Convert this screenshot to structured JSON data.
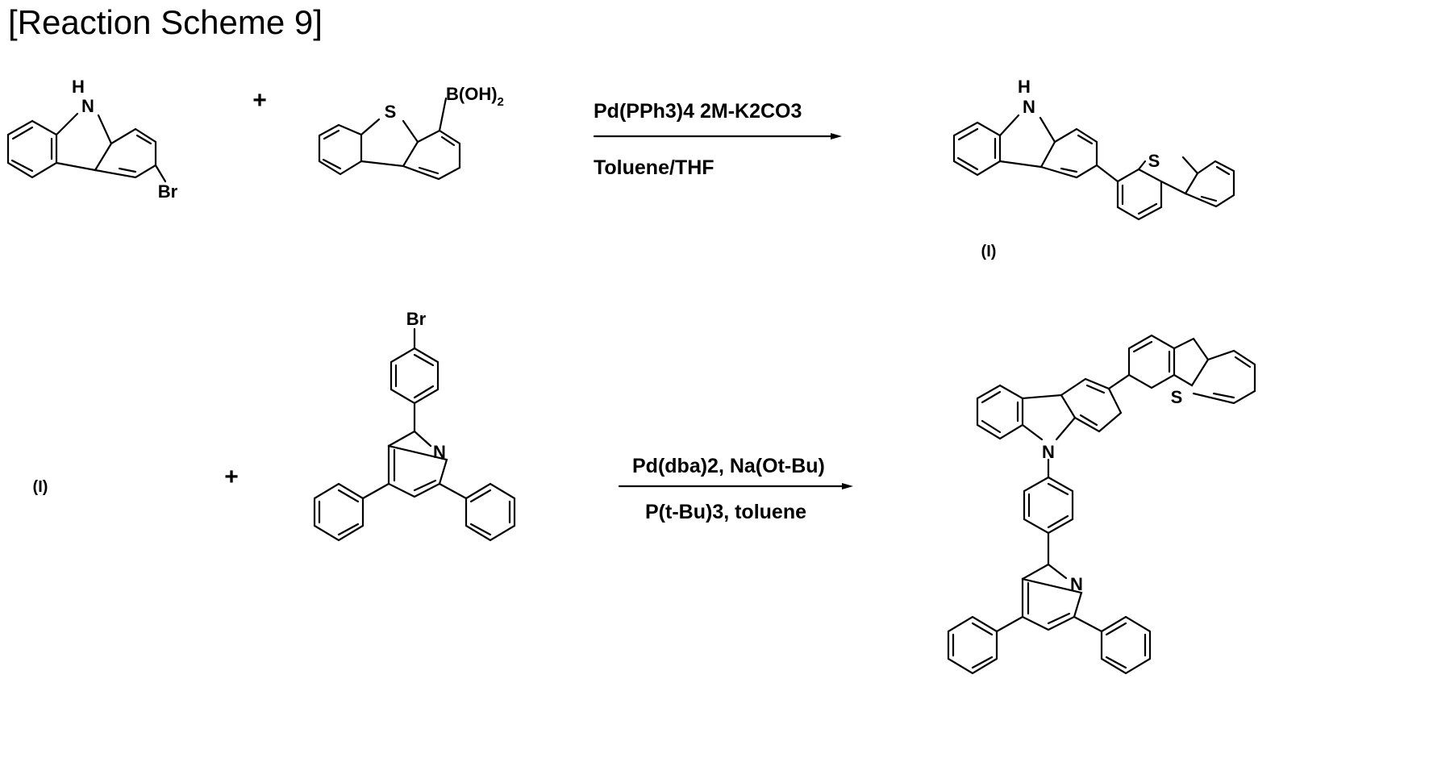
{
  "title": "[Reaction Scheme 9]",
  "step1": {
    "reactant1": {
      "nh_label": "H",
      "n_label": "N",
      "br_label": "Br"
    },
    "plus": "+",
    "reactant2": {
      "s_label": "S",
      "boronic_label": "B(OH)",
      "boronic_subscript": "2"
    },
    "conditions_top": "Pd(PPh3)4 2M-K2CO3",
    "conditions_bottom": "Toluene/THF",
    "product": {
      "nh_label": "H",
      "n_label": "N",
      "s_label": "S",
      "label": "(I)"
    }
  },
  "step2": {
    "reactant1_label": "(I)",
    "plus": "+",
    "reactant2": {
      "br_label": "Br",
      "n_label": "N"
    },
    "conditions_top": "Pd(dba)2, Na(Ot-Bu)",
    "conditions_bottom_prefix": "P(t-Bu)",
    "conditions_bottom_sub": "3",
    "conditions_bottom_suffix": ", toluene",
    "product": {
      "n_carbazole_label": "N",
      "s_label": "S",
      "n_pyridine_label": "N"
    }
  }
}
